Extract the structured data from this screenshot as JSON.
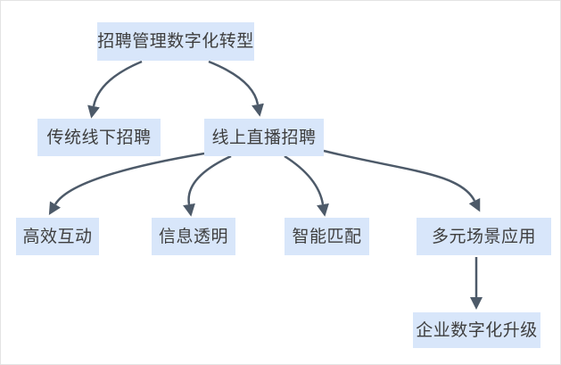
{
  "diagram": {
    "type": "flowchart",
    "background": "#ffffff",
    "colors": {
      "node_fill": "#d8e6fa",
      "node_text": "#3e3e3e",
      "arrow": "#4d5a69"
    },
    "nodes": {
      "root": {
        "label": "招聘管理数字化转型"
      },
      "offline": {
        "label": "传统线下招聘"
      },
      "live": {
        "label": "线上直播招聘"
      },
      "interaction": {
        "label": "高效互动"
      },
      "transparency": {
        "label": "信息透明"
      },
      "matching": {
        "label": "智能匹配"
      },
      "scenarios": {
        "label": "多元场景应用"
      },
      "upgrade": {
        "label": "企业数字化升级"
      }
    },
    "edges": [
      {
        "from": "招聘管理数字化转型",
        "to": "传统线下招聘"
      },
      {
        "from": "招聘管理数字化转型",
        "to": "线上直播招聘"
      },
      {
        "from": "线上直播招聘",
        "to": "高效互动"
      },
      {
        "from": "线上直播招聘",
        "to": "信息透明"
      },
      {
        "from": "线上直播招聘",
        "to": "智能匹配"
      },
      {
        "from": "线上直播招聘",
        "to": "多元场景应用"
      },
      {
        "from": "多元场景应用",
        "to": "企业数字化升级"
      }
    ]
  }
}
